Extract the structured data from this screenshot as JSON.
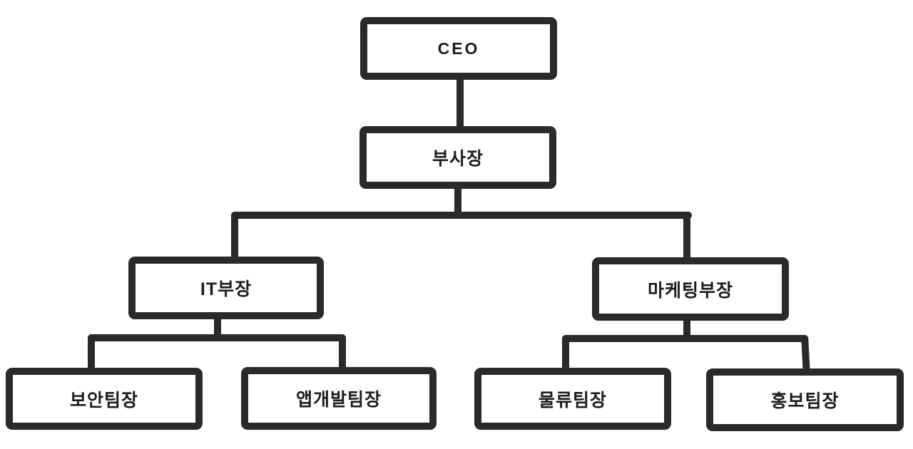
{
  "diagram": {
    "type": "org-chart",
    "nodes": {
      "ceo": {
        "label": "CEO",
        "level": 1
      },
      "vice_president": {
        "label": "부사장",
        "level": 2
      },
      "it_manager": {
        "label": "IT부장",
        "level": 3
      },
      "marketing_manager": {
        "label": "마케팅부장",
        "level": 3
      },
      "security_team_lead": {
        "label": "보안팀장",
        "level": 4
      },
      "app_dev_team_lead": {
        "label": "앱개발팀장",
        "level": 4
      },
      "logistics_team_lead": {
        "label": "물류팀장",
        "level": 4
      },
      "pr_team_lead": {
        "label": "홍보팀장",
        "level": 4
      }
    },
    "edges": [
      {
        "from": "ceo",
        "to": "vice_president"
      },
      {
        "from": "vice_president",
        "to": "it_manager"
      },
      {
        "from": "vice_president",
        "to": "marketing_manager"
      },
      {
        "from": "it_manager",
        "to": "security_team_lead"
      },
      {
        "from": "it_manager",
        "to": "app_dev_team_lead"
      },
      {
        "from": "marketing_manager",
        "to": "logistics_team_lead"
      },
      {
        "from": "marketing_manager",
        "to": "pr_team_lead"
      }
    ],
    "colors": {
      "stroke": "#2a2a2c",
      "node_fill": "#ffffff",
      "canvas_background": "#ffffff"
    }
  }
}
